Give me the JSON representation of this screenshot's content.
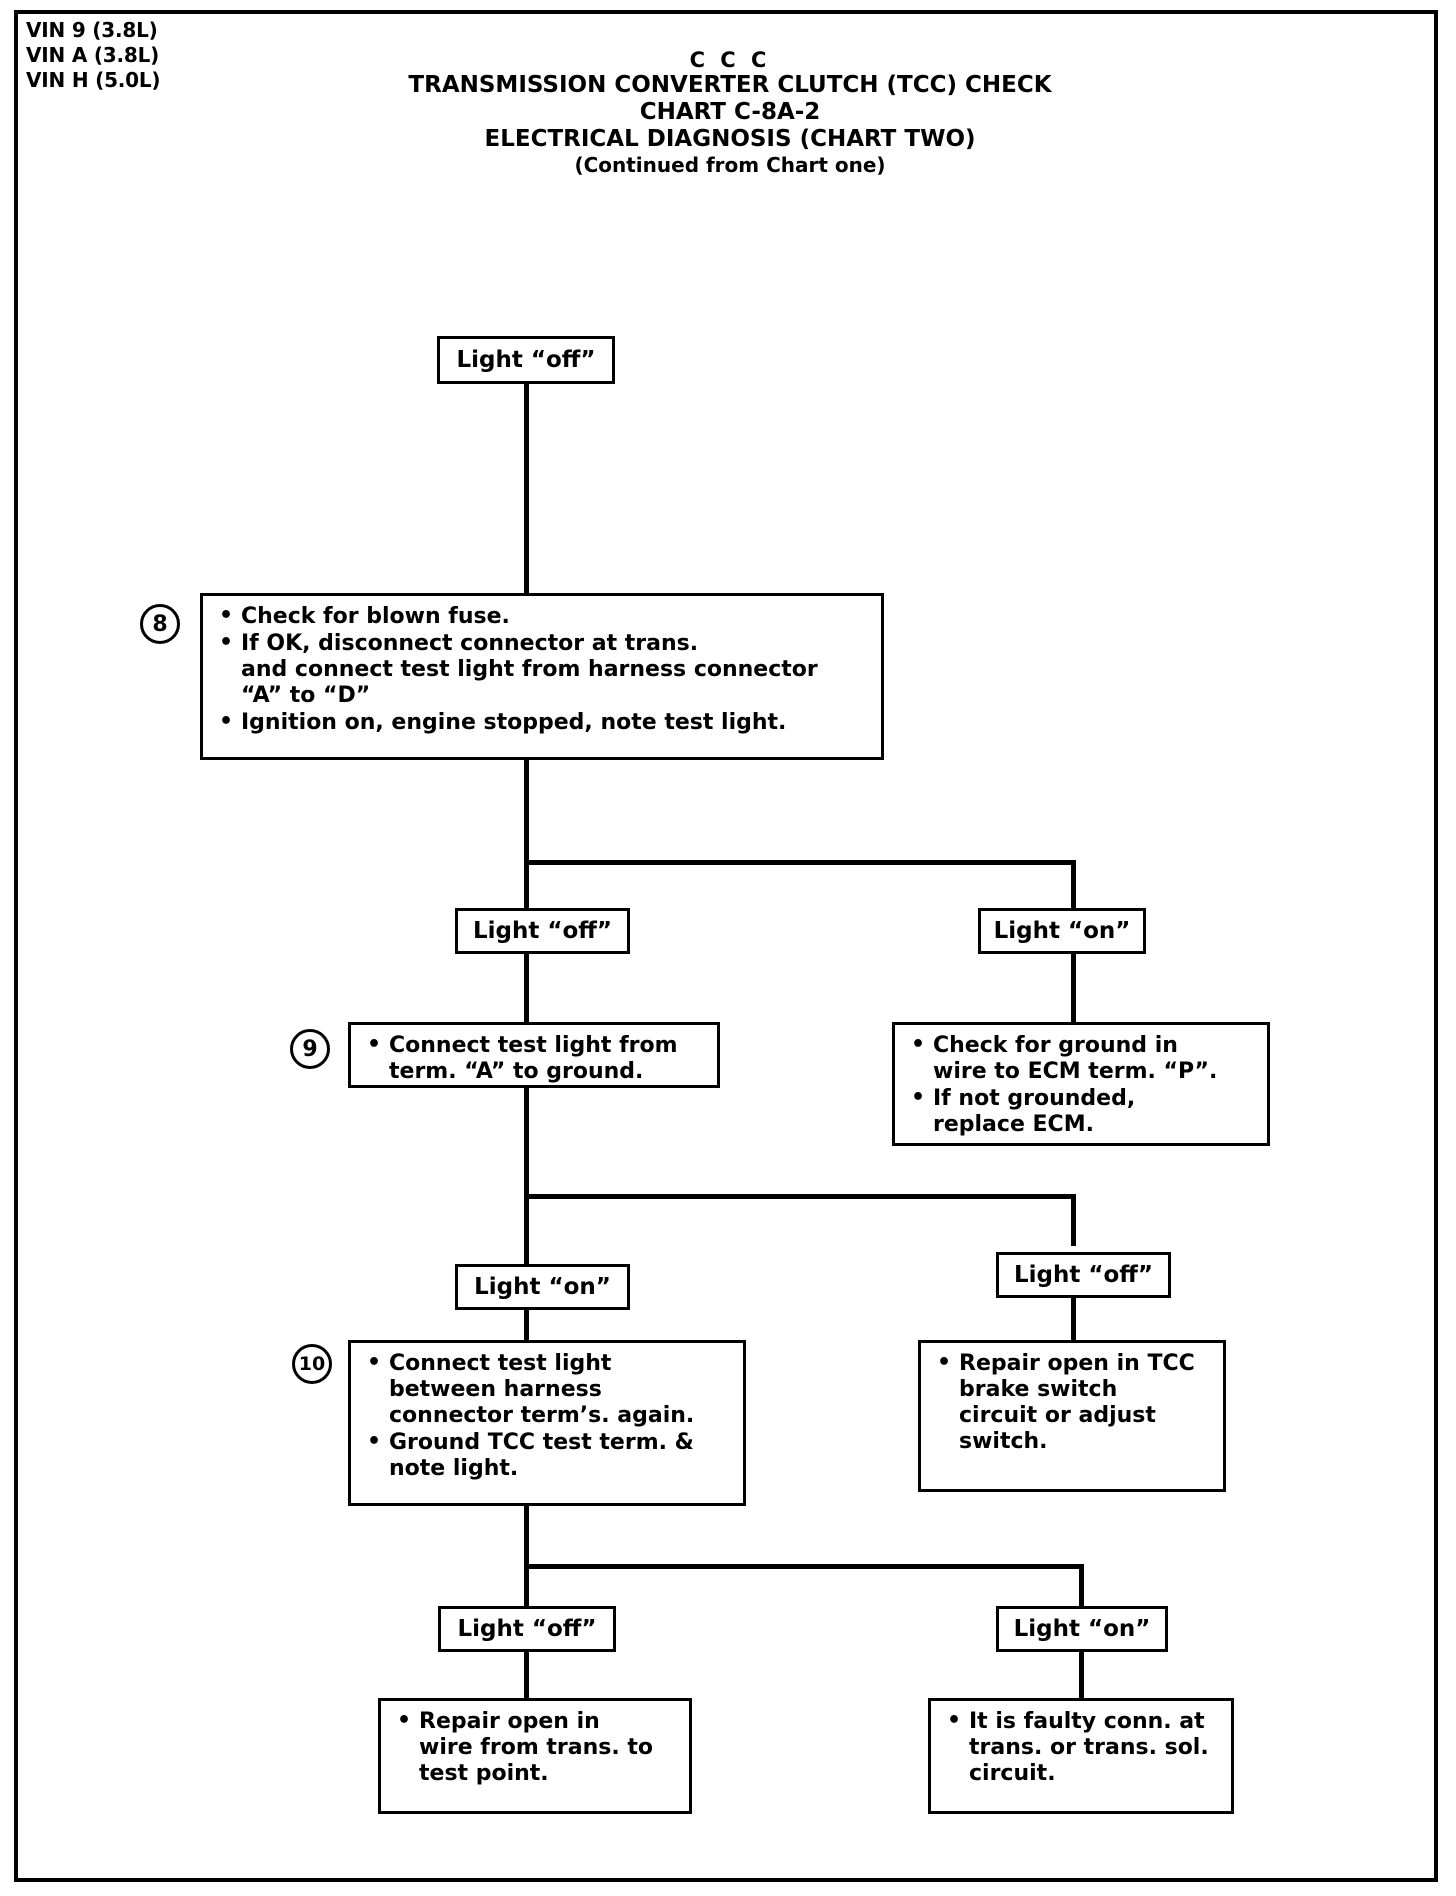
{
  "header": {
    "vin_lines": [
      "VIN 9 (3.8L)",
      "VIN A (3.8L)",
      "VIN H (5.0L)"
    ],
    "system_code": "C C C",
    "title_line1": "TRANSMISSION CONVERTER CLUTCH (TCC) CHECK",
    "title_line2": "CHART  C-8A-2",
    "title_line3": "ELECTRICAL DIAGNOSIS (CHART TWO)",
    "subtitle": "(Continued from Chart one)"
  },
  "chart_data": {
    "type": "diagram",
    "title": "TRANSMISSION CONVERTER CLUTCH (TCC) CHECK — CHART C-8A-2",
    "nodes": {
      "entry": {
        "label": "Light “off”"
      },
      "step8": {
        "number": "8",
        "bullets": [
          {
            "text": "Check for blown fuse.",
            "cont": []
          },
          {
            "text": "If OK, disconnect connector at trans.",
            "cont": [
              "and connect test light from harness connector",
              "“A” to “D”"
            ]
          },
          {
            "text": "Ignition on, engine stopped, note test light.",
            "cont": []
          }
        ]
      },
      "branch8_left": {
        "label": "Light “off”"
      },
      "branch8_right": {
        "label": "Light “on”"
      },
      "step9": {
        "number": "9",
        "bullets": [
          {
            "text": "Connect test light from",
            "cont": [
              "term.  “A” to ground."
            ]
          }
        ]
      },
      "ecm_box": {
        "bullets": [
          {
            "text": "Check for ground in",
            "cont": [
              "wire to ECM term. “P”."
            ]
          },
          {
            "text": "If not grounded,",
            "cont": [
              "replace ECM."
            ]
          }
        ]
      },
      "branch9_left": {
        "label": "Light “on”"
      },
      "branch9_right": {
        "label": "Light “off”"
      },
      "step10": {
        "number": "10",
        "bullets": [
          {
            "text": "Connect test light",
            "cont": [
              "between harness",
              "connector term’s. again."
            ]
          },
          {
            "text": "Ground TCC test term. &",
            "cont": [
              "note light."
            ]
          }
        ]
      },
      "brake_box": {
        "bullets": [
          {
            "text": "Repair open in TCC",
            "cont": [
              "brake switch",
              "circuit or adjust",
              "switch."
            ]
          }
        ]
      },
      "branch10_left": {
        "label": "Light “off”"
      },
      "branch10_right": {
        "label": "Light “on”"
      },
      "repair_wire_box": {
        "bullets": [
          {
            "text": "Repair open in",
            "cont": [
              "wire from trans. to",
              "test point."
            ]
          }
        ]
      },
      "faulty_conn_box": {
        "bullets": [
          {
            "text": "It is faulty conn. at",
            "cont": [
              "trans. or trans. sol.",
              "circuit."
            ]
          }
        ]
      }
    },
    "edges": [
      {
        "from": "entry",
        "to": "step8"
      },
      {
        "from": "step8",
        "to": "branch8_left"
      },
      {
        "from": "step8",
        "to": "branch8_right"
      },
      {
        "from": "branch8_left",
        "to": "step9"
      },
      {
        "from": "branch8_right",
        "to": "ecm_box"
      },
      {
        "from": "step9",
        "to": "branch9_left"
      },
      {
        "from": "step9",
        "to": "branch9_right"
      },
      {
        "from": "branch9_left",
        "to": "step10"
      },
      {
        "from": "branch9_right",
        "to": "brake_box"
      },
      {
        "from": "step10",
        "to": "branch10_left"
      },
      {
        "from": "step10",
        "to": "branch10_right"
      },
      {
        "from": "branch10_left",
        "to": "repair_wire_box"
      },
      {
        "from": "branch10_right",
        "to": "faulty_conn_box"
      }
    ],
    "colors": {
      "ink": "#000000",
      "paper": "#ffffff"
    }
  }
}
